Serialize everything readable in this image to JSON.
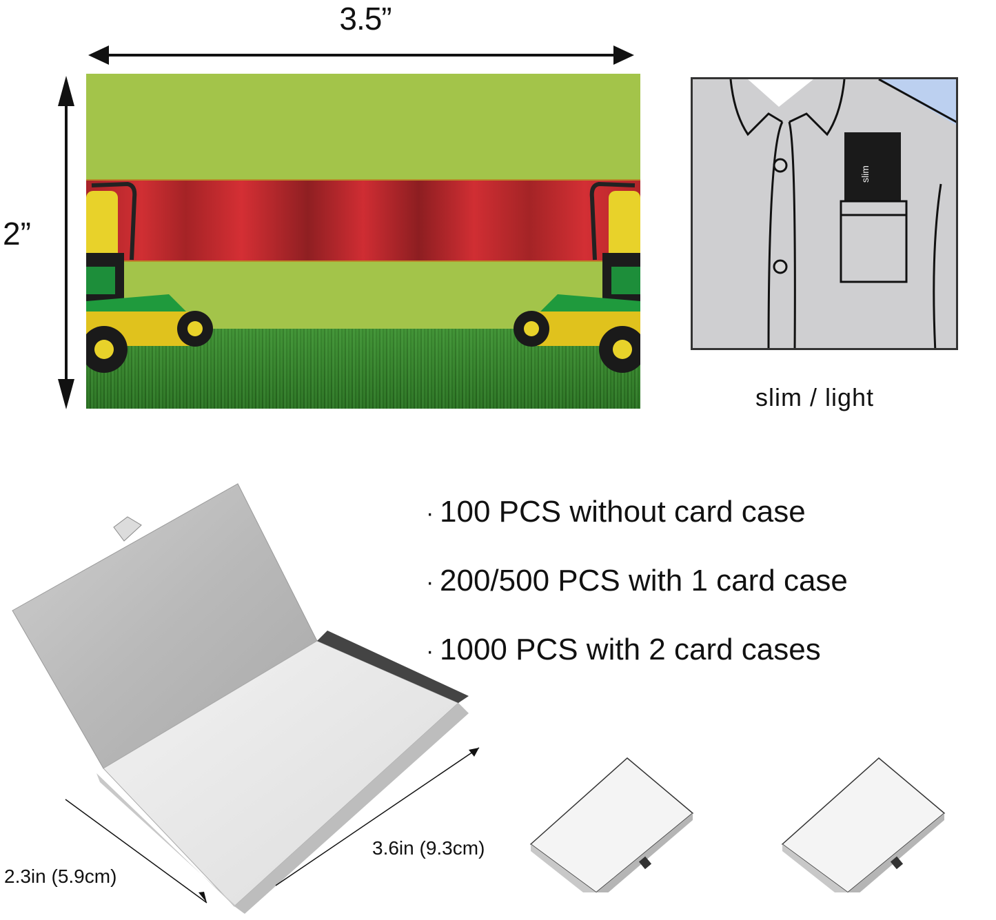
{
  "dimensions": {
    "card_width": "3.5”",
    "card_height": "2”"
  },
  "business_card": {
    "design": "lawn mower banner",
    "colors": {
      "background": "#a3c44a",
      "banner": "#c92d32",
      "grass": "#3a8a2c"
    }
  },
  "shirt_illustration": {
    "caption": "slim / light",
    "pocket_card_text": "slim"
  },
  "features": [
    {
      "bullet": "·",
      "text": "100 PCS without card case"
    },
    {
      "bullet": "·",
      "text": "200/500 PCS with 1 card case"
    },
    {
      "bullet": "·",
      "text": "1000 PCS with 2 card cases"
    }
  ],
  "card_case": {
    "width_label": "2.3in (5.9cm)",
    "length_label": "3.6in (9.3cm)"
  }
}
